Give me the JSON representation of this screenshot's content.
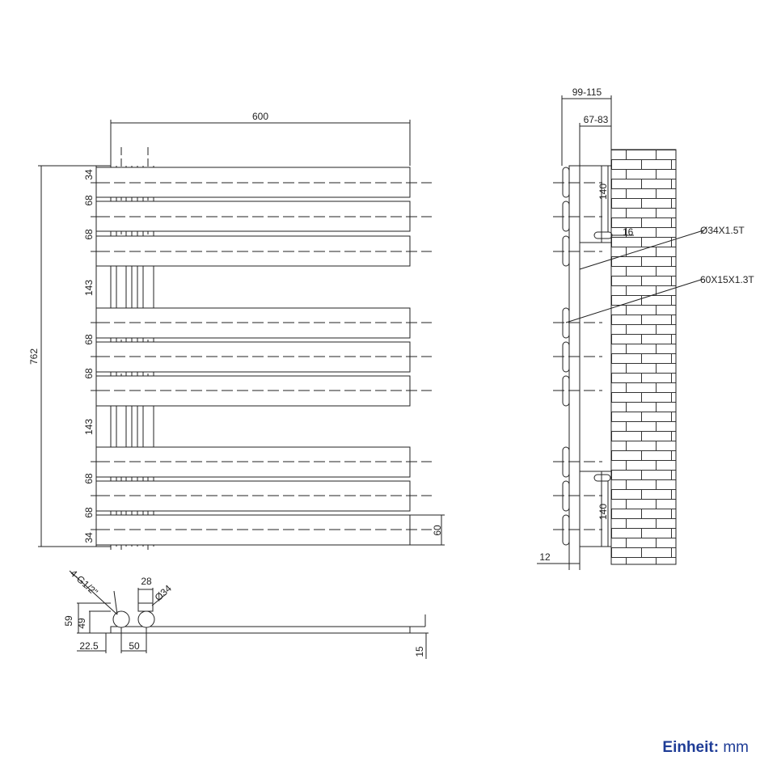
{
  "front_view": {
    "width_label": "600",
    "height_label": "762",
    "spacings": [
      "34",
      "68",
      "68",
      "143",
      "68",
      "68",
      "143",
      "68",
      "68",
      "34"
    ],
    "bar_height_label": "60"
  },
  "bottom_view": {
    "thread_label": "4-G1/2\"",
    "pipe_width_label": "28",
    "pipe_diameter_label": "Ø34",
    "height_59": "59",
    "height_49": "49",
    "offset_label": "22.5",
    "spacing_label": "50",
    "thickness_label": "15"
  },
  "side_view": {
    "total_depth_label": "99-115",
    "wall_depth_label": "67-83",
    "top_bracket_label": "140",
    "bracket_gap_label": "16",
    "pipe_spec_label": "Ø34X1.5T",
    "bar_spec_label": "60X15X1.3T",
    "bottom_bracket_label": "140",
    "edge_label": "12"
  },
  "unit": {
    "label": "Einheit:",
    "value": "mm",
    "color": "#1e3c96"
  }
}
